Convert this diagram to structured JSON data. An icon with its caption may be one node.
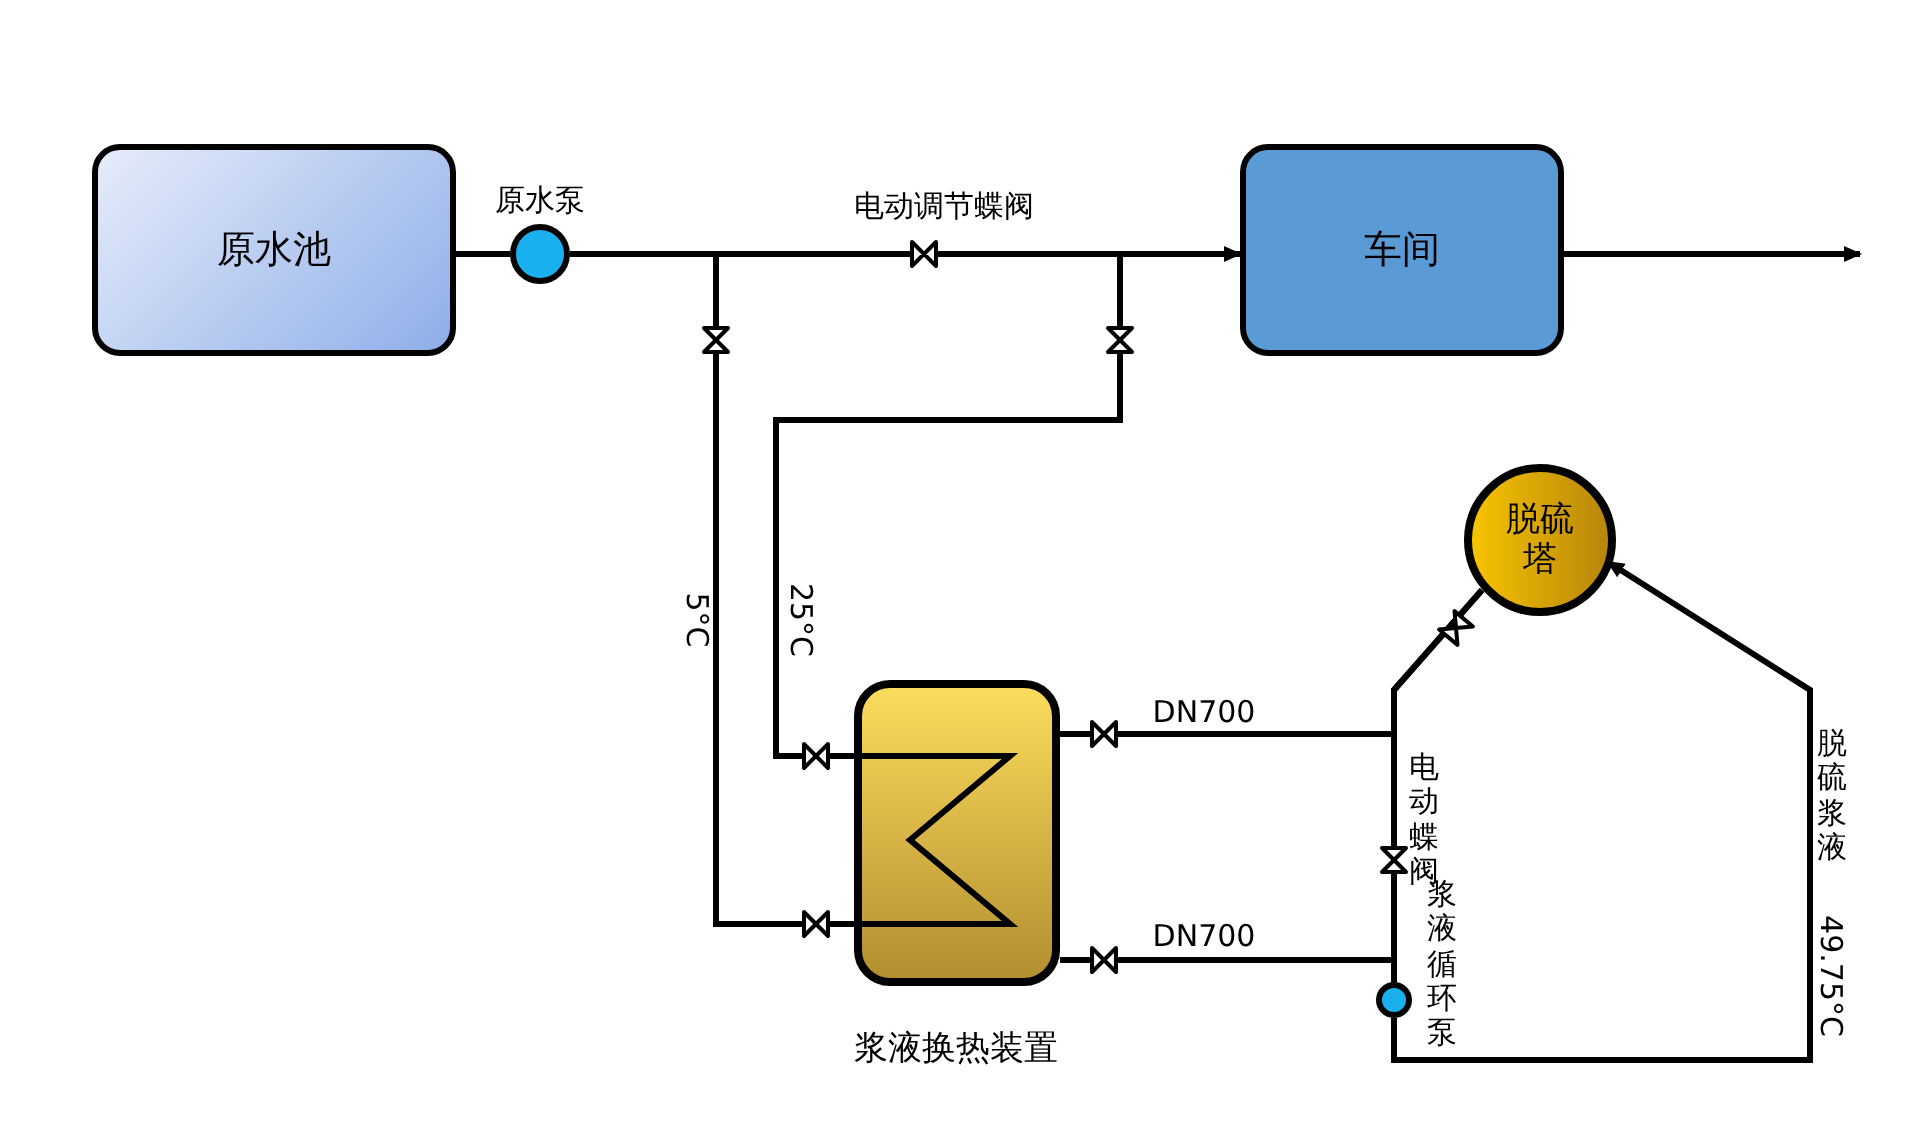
{
  "diagram": {
    "nodes": [
      {
        "text": [
          "原水池"
        ]
      },
      {
        "text": [
          "原水泵"
        ]
      },
      {
        "text": [
          "车间"
        ]
      },
      {
        "text": [
          "浆液换热装置"
        ]
      },
      {
        "text": [
          "脱硫塔"
        ]
      },
      {
        "text": [
          "浆液循环泵"
        ]
      }
    ],
    "edges": [
      {
        "from": 0,
        "to": 1,
        "arrow": "none"
      },
      {
        "from": 1,
        "to": 2,
        "arrow": "to",
        "label": "电动调节蝶阀"
      },
      {
        "from": 1,
        "to": 3,
        "arrow": "none",
        "label": "5°C"
      },
      {
        "from": 3,
        "to": 2,
        "arrow": "none",
        "label": "25°C"
      },
      {
        "from": 3,
        "to": 4,
        "arrow": "none",
        "label": "DN700"
      },
      {
        "from": 5,
        "to": 3,
        "arrow": "none",
        "label": "DN700"
      },
      {
        "from": 5,
        "to": 4,
        "arrow": "none"
      },
      {
        "from": 5,
        "to": 4,
        "arrow": "to",
        "label": "脱硫浆液"
      },
      {
        "from": 2,
        "to": null,
        "arrow": "to"
      }
    ],
    "labels": [
      "电动蝶阀",
      "49.75°C"
    ]
  }
}
